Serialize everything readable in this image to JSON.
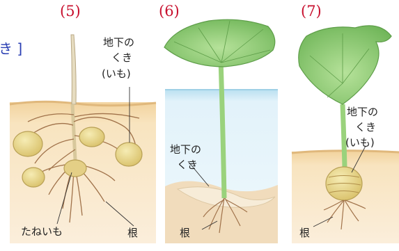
{
  "panels": [
    {
      "number": "(5)",
      "labels": {
        "stem_line1": "地下の",
        "stem_line2": "くき",
        "stem_line3": "(いも)",
        "seed_potato": "たねいも",
        "root": "根"
      }
    },
    {
      "number": "(6)",
      "labels": {
        "stem_line1": "地下の",
        "stem_line2": "くき",
        "root": "根"
      }
    },
    {
      "number": "(7)",
      "labels": {
        "stem_line1": "地下の",
        "stem_line2": "くき",
        "stem_line3": "(いも)",
        "root": "根"
      }
    }
  ],
  "cutoff_text": "き ]",
  "colors": {
    "panel_number": "#c8102e",
    "cutoff_text": "#2a3fb3",
    "soil": "#f5dcae",
    "water": "#e4f3fa",
    "leaf": "#8fcf72",
    "stem": "#9ad27c",
    "potato": "#e9d88b",
    "root": "#a0724a"
  }
}
